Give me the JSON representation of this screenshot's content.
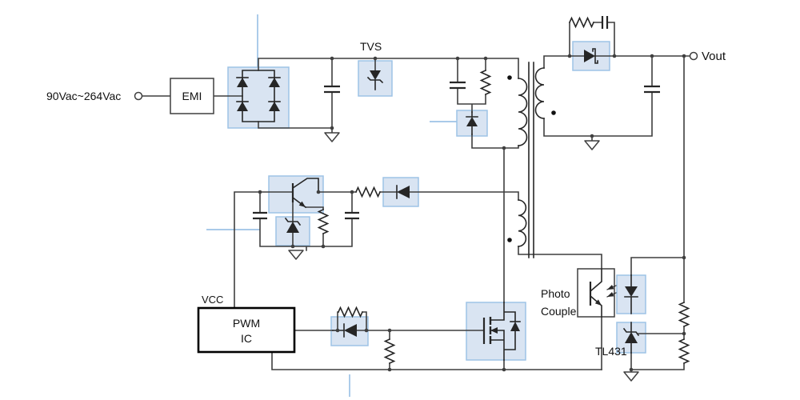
{
  "labels": {
    "ac_input": "90Vac~264Vac",
    "emi": "EMI",
    "tvs": "TVS",
    "vout": "Vout",
    "vcc": "VCC",
    "pwm_line1": "PWM",
    "pwm_line2": "IC",
    "photo_line1": "Photo",
    "photo_line2": "Couple",
    "tl431": "TL431"
  },
  "colors": {
    "wire": "#3f3f3f",
    "component": "#262626",
    "highlight_fill": "#d9e4f2",
    "highlight_border": "#9dc3e6",
    "accent_line": "#9dc3e6",
    "pwm_box_border": "#000000",
    "background": "#ffffff"
  }
}
